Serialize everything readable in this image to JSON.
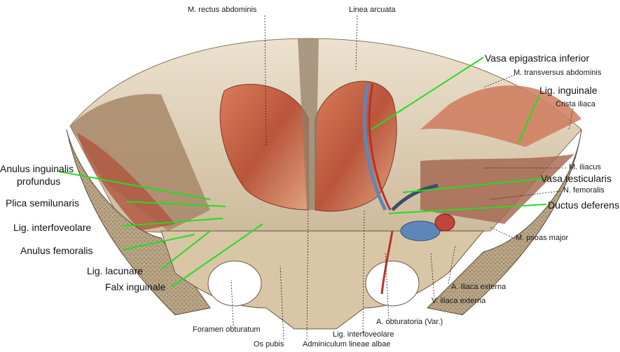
{
  "labels": {
    "rectus_abdominis": "M. rectus abdominis",
    "linea_arcuata": "Linea arcuata",
    "vasa_epigastrica_inferior": "Vasa epigastrica inferior",
    "transversus_abdominis": "M. transversus abdominis",
    "lig_inguinale": "Lig. inguinale",
    "crista_iliaca": "Crista iliaca",
    "anulus_inguinalis_1": "Anulus inguinalis",
    "anulus_inguinalis_2": "profundus",
    "plica_semilunaris": "Plica semilunaris",
    "lig_interfoveolare_left": "Lig. interfoveolare",
    "anulus_femoralis": "Anulus femoralis",
    "lig_lacunare": "Lig. lacunare",
    "falx_inguinale": "Falx inguinale",
    "m_iliacus": "M. iliacus",
    "vasa_testicularis": "Vasa testicularis",
    "n_femoralis": "N. femoralis",
    "ductus_deferens": "Ductus deferens",
    "psoas_major": "M. psoas major",
    "a_iliaca_externa": "A. iliaca externa",
    "v_iliaca_externa": "V. iliaca externa",
    "a_obturatoria": "A. obturatoria (Var.)",
    "lig_interfoveolare_bottom": "Lig. interfoveolare",
    "foramen_obturatum": "Foramen obturatum",
    "os_pubis": "Os pubis",
    "adminiculum": "Adminiculum lineae albae"
  },
  "colors": {
    "leader_green": "#22dd22",
    "muscle": "#c8644a",
    "fascia": "#dccdb4",
    "bone": "#c9b89a",
    "vein": "#5f86b8",
    "artery": "#b8322a"
  }
}
